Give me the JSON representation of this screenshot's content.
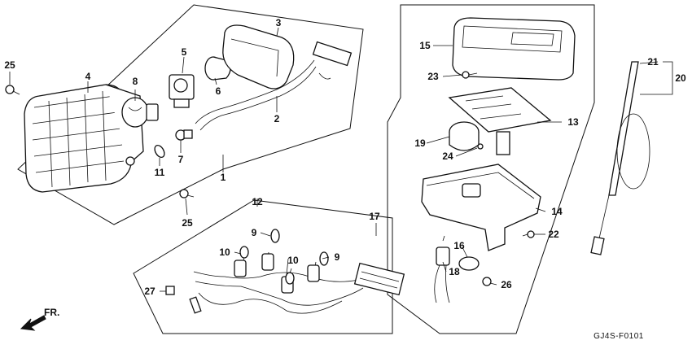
{
  "callouts": {
    "c1": "1",
    "c2": "2",
    "c3": "3",
    "c4": "4",
    "c5": "5",
    "c6": "6",
    "c7": "7",
    "c8": "8",
    "c9a": "9",
    "c9b": "9",
    "c10a": "10",
    "c10b": "10",
    "c11": "11",
    "c12": "12",
    "c13": "13",
    "c14": "14",
    "c15": "15",
    "c16": "16",
    "c17": "17",
    "c18": "18",
    "c19": "19",
    "c20": "20",
    "c21": "21",
    "c22": "22",
    "c23": "23",
    "c24": "24",
    "c25a": "25",
    "c25b": "25",
    "c26": "26",
    "c27": "27"
  },
  "front_label": "FR.",
  "diagram_code": "GJ4S-F0101"
}
